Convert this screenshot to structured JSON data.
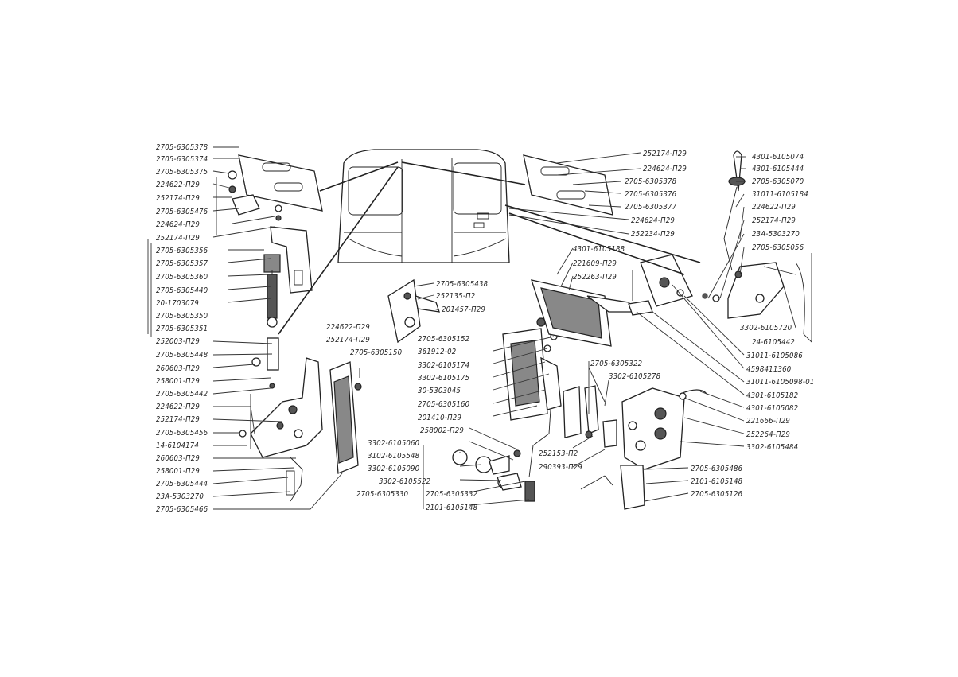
{
  "labels_left": [
    "2705-6305378",
    "2705-6305374",
    "2705-6305375",
    "224622-П29",
    "252174-П29",
    "2705-6305476",
    "224624-П29",
    "252174-П29",
    "2705-6305356",
    "2705-6305357",
    "2705-6305360",
    "2705-6305440",
    "20-1703079",
    "2705-6305350",
    "2705-6305351",
    "252003-П29",
    "2705-6305448",
    "260603-П29",
    "258001-П29",
    "2705-6305442",
    "224622-П29",
    "252174-П29",
    "2705-6305456",
    "14-6104174",
    "260603-П29",
    "258001-П29",
    "2705-6305444",
    "23А-5303270",
    "2705-6305466"
  ],
  "labels_top_right": [
    "252174-П29",
    "224624-П29",
    "2705-6305378",
    "2705-6305376",
    "2705-6305377",
    "224624-П29",
    "252234-П29"
  ],
  "labels_far_right": [
    "4301-6105074",
    "4301-6105444",
    "2705-6305070",
    "31011-6105184",
    "224622-П29",
    "252174-П29",
    "23А-5303270",
    "2705-6305056",
    "3302-6105720",
    "24-6105442",
    "31011-6105086",
    "4598411360",
    "31011-6105098-01",
    "4301-6105182",
    "4301-6105082",
    "221666-П29",
    "252264-П29",
    "3302-6105484"
  ],
  "labels_center": [
    "2705-6305438",
    "252135-П2",
    "201457-П29",
    "224622-П29",
    "252174-П29",
    "2705-6305150",
    "2705-6305152",
    "361912-02",
    "3302-6105174",
    "3302-6105175",
    "30-5303045",
    "2705-6305160",
    "201410-П29",
    "258002-П29",
    "3302-6105060",
    "3102-6105548",
    "3302-6105090",
    "3302-6105522",
    "2705-6305330",
    "2705-6305332",
    "2101-6105148",
    "4301-6105188",
    "221609-П29",
    "252263-П29",
    "2705-6305322",
    "3302-6105278",
    "252153-П2",
    "290393-П29",
    "2705-6305486",
    "2101-6105148",
    "2705-6305126"
  ]
}
